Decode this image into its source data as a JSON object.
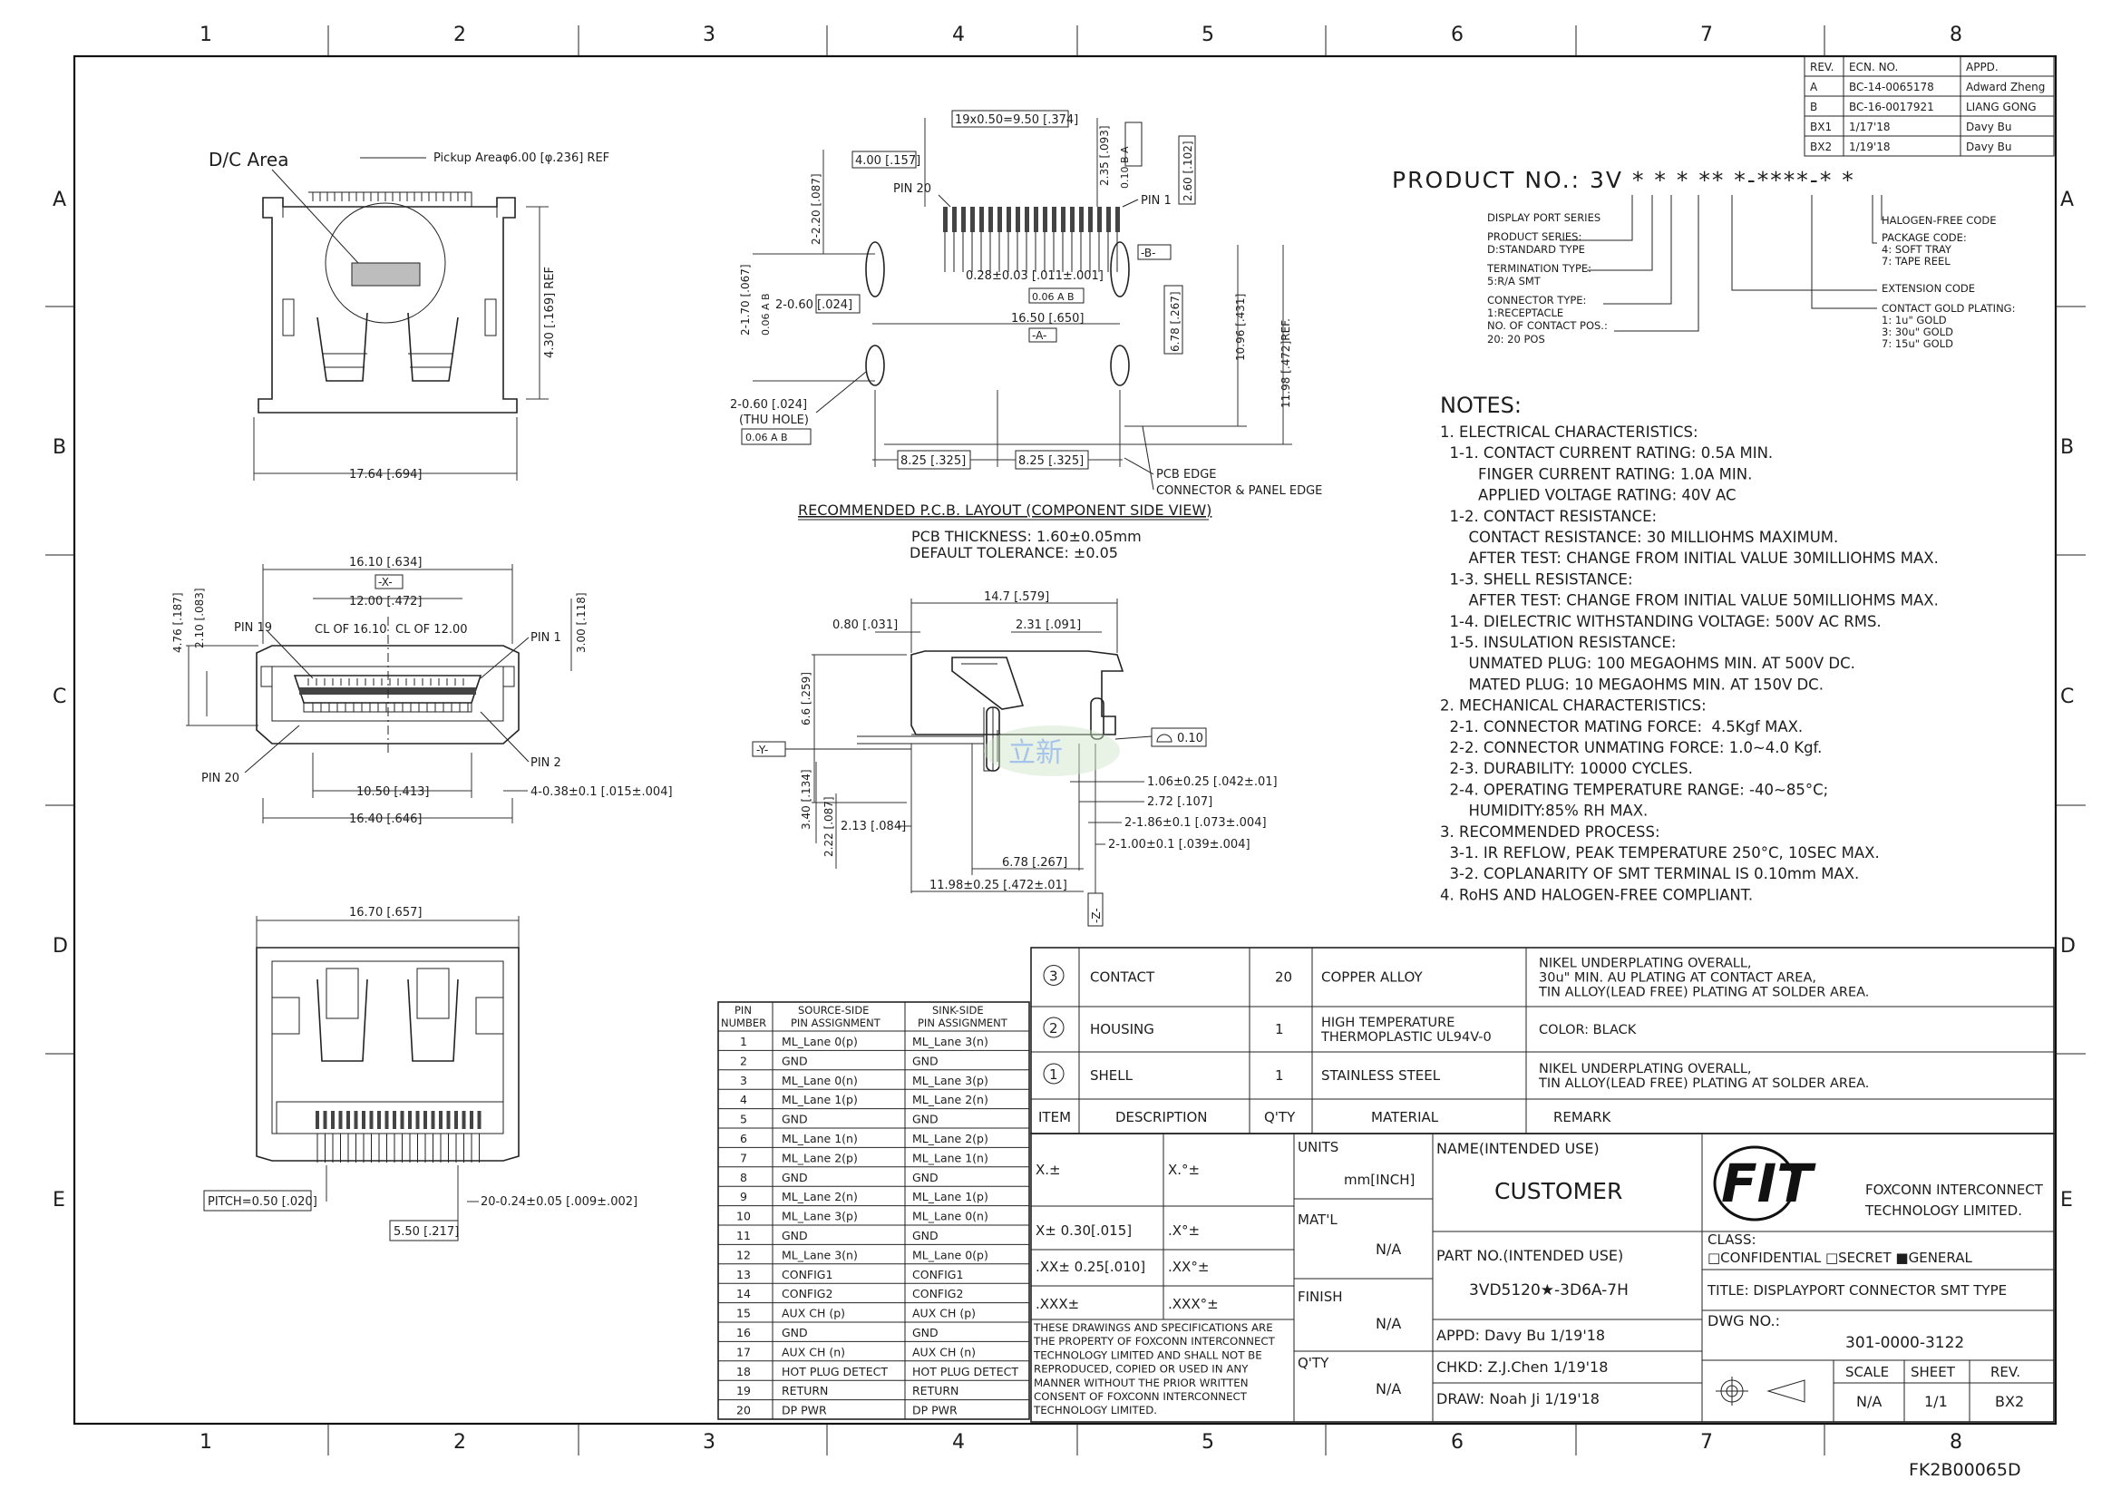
{
  "zone_columns": [
    "1",
    "2",
    "3",
    "4",
    "5",
    "6",
    "7",
    "8"
  ],
  "zone_rows": [
    "A",
    "B",
    "C",
    "D",
    "E"
  ],
  "revision_table": {
    "headers": [
      "REV.",
      "ECN. NO.",
      "APPD."
    ],
    "rows": [
      [
        "A",
        "BC-14-0065178",
        "Adward Zheng"
      ],
      [
        "B",
        "BC-16-0017921",
        "LIANG GONG"
      ],
      [
        "BX1",
        "1/17'18",
        "Davy Bu"
      ],
      [
        "BX2",
        "1/19'18",
        "Davy Bu"
      ]
    ]
  },
  "product_no": {
    "title": "PRODUCT NO.: 3V * * * ** *-****-* *",
    "left_labels": [
      "DISPLAY PORT SERIES",
      "PRODUCT SERIES:",
      "D:STANDARD TYPE",
      "TERMINATION TYPE:",
      "5:R/A SMT",
      "CONNECTOR TYPE:",
      "1:RECEPTACLE",
      "NO. OF CONTACT POS.:",
      "20: 20 POS"
    ],
    "right_labels": [
      "HALOGEN-FREE CODE",
      "PACKAGE CODE:",
      "4: SOFT TRAY",
      "7: TAPE REEL",
      "EXTENSION CODE",
      "CONTACT GOLD PLATING:",
      "1: 1u\" GOLD",
      "3: 30u\" GOLD",
      "7: 15u\" GOLD"
    ]
  },
  "notes": {
    "title": "NOTES:",
    "lines": [
      "1. ELECTRICAL CHARACTERISTICS:",
      "  1-1. CONTACT CURRENT RATING: 0.5A MIN.",
      "        FINGER CURRENT RATING: 1.0A MIN.",
      "        APPLIED VOLTAGE RATING: 40V AC",
      "  1-2. CONTACT RESISTANCE:",
      "      CONTACT RESISTANCE: 30 MILLIOHMS MAXIMUM.",
      "      AFTER TEST: CHANGE FROM INITIAL VALUE 30MILLIOHMS MAX.",
      "  1-3. SHELL RESISTANCE:",
      "      AFTER TEST: CHANGE FROM INITIAL VALUE 50MILLIOHMS MAX.",
      "  1-4. DIELECTRIC WITHSTANDING VOLTAGE: 500V AC RMS.",
      "  1-5. INSULATION RESISTANCE:",
      "      UNMATED PLUG: 100 MEGAOHMS MIN. AT 500V DC.",
      "      MATED PLUG: 10 MEGAOHMS MIN. AT 150V DC.",
      "2. MECHANICAL CHARACTERISTICS:",
      "  2-1. CONNECTOR MATING FORCE:  4.5Kgf MAX.",
      "  2-2. CONNECTOR UNMATING FORCE: 1.0~4.0 Kgf.",
      "  2-3. DURABILITY: 10000 CYCLES.",
      "  2-4. OPERATING TEMPERATURE RANGE: -40~85°C;",
      "      HUMIDITY:85% RH MAX.",
      "3. RECOMMENDED PROCESS:",
      "  3-1. IR REFLOW, PEAK TEMPERATURE 250°C, 10SEC MAX.",
      "  3-2. COPLANARITY OF SMT TERMINAL IS 0.10mm MAX.",
      "4. RoHS AND HALOGEN-FREE COMPLIANT."
    ]
  },
  "top_view": {
    "dc_area": "D/C Area",
    "pickup": "Pickup Areaφ6.00 [φ.236] REF",
    "height": "4.30 [.169] REF",
    "width": "17.64 [.694]"
  },
  "front_view": {
    "labels": [
      "16.10 [.634]",
      "-X-",
      "12.00 [.472]",
      "CL OF 16.10",
      "CL OF 12.00",
      "PIN 19",
      "PIN 1",
      "PIN 2",
      "PIN 20",
      "4.76 [.187]",
      "2.10 [.083]",
      "3.00 [.118]",
      "10.50 [.413]",
      "4-0.38±0.1 [.015±.004]",
      "16.40 [.646]"
    ]
  },
  "bottom_view": {
    "labels": [
      "16.70 [.657]",
      "PITCH=0.50 [.020]",
      "5.50 [.217]",
      "20-0.24±0.05 [.009±.002]"
    ]
  },
  "pcb_layout": {
    "labels": [
      "19x0.50=9.50 [.374]",
      "4.00 [.157]",
      "PIN 20",
      "PIN 1",
      "2.35 [.093]",
      "0.10 B A",
      "2.60 [.102]",
      "2-2.20 [.087]",
      "-B-",
      "0.28±0.03 [.011±.001]",
      "0.06 A B",
      "16.50 [.650]",
      "-A-",
      "2-0.60 [.024]",
      "2-1.70 [.067]",
      "0.06 A B",
      "6.78 [.267]",
      "10.96 [.431]",
      "11.98 [.472]REF.",
      "2-0.60 [.024]",
      "(THU HOLE)",
      "0.06 A B",
      "8.25 [.325]",
      "8.25 [.325]",
      "PCB EDGE",
      "CONNECTOR & PANEL EDGE"
    ],
    "title": "RECOMMENDED P.C.B. LAYOUT (COMPONENT SIDE VIEW)",
    "thickness": "PCB THICKNESS: 1.60±0.05mm",
    "tolerance": "DEFAULT TOLERANCE: ±0.05"
  },
  "side_view": {
    "labels": [
      "14.7 [.579]",
      "0.80 [.031]",
      "2.31 [.091]",
      "6.6 [.259]",
      "-Y-",
      "0.10",
      "1.06±0.25 [.042±.01]",
      "2.72 [.107]",
      "2-1.86±0.1 [.073±.004]",
      "2-1.00±0.1 [.039±.004]",
      "3.40 [.134]",
      "2.22 [.087]",
      "2.13 [.084]",
      "6.78 [.267]",
      "11.98±0.25 [.472±.01]",
      "-Z-"
    ]
  },
  "pin_table": {
    "headers": [
      "PIN NUMBER",
      "SOURCE-SIDE PIN ASSIGNMENT",
      "SINK-SIDE PIN ASSIGNMENT"
    ],
    "rows": [
      [
        "1",
        "ML_Lane 0(p)",
        "ML_Lane 3(n)"
      ],
      [
        "2",
        "GND",
        "GND"
      ],
      [
        "3",
        "ML_Lane 0(n)",
        "ML_Lane 3(p)"
      ],
      [
        "4",
        "ML_Lane 1(p)",
        "ML_Lane 2(n)"
      ],
      [
        "5",
        "GND",
        "GND"
      ],
      [
        "6",
        "ML_Lane 1(n)",
        "ML_Lane 2(p)"
      ],
      [
        "7",
        "ML_Lane 2(p)",
        "ML_Lane 1(n)"
      ],
      [
        "8",
        "GND",
        "GND"
      ],
      [
        "9",
        "ML_Lane 2(n)",
        "ML_Lane 1(p)"
      ],
      [
        "10",
        "ML_Lane 3(p)",
        "ML_Lane 0(n)"
      ],
      [
        "11",
        "GND",
        "GND"
      ],
      [
        "12",
        "ML_Lane 3(n)",
        "ML_Lane 0(p)"
      ],
      [
        "13",
        "CONFIG1",
        "CONFIG1"
      ],
      [
        "14",
        "CONFIG2",
        "CONFIG2"
      ],
      [
        "15",
        "AUX CH (p)",
        "AUX CH (p)"
      ],
      [
        "16",
        "GND",
        "GND"
      ],
      [
        "17",
        "AUX CH (n)",
        "AUX CH (n)"
      ],
      [
        "18",
        "HOT PLUG DETECT",
        "HOT PLUG DETECT"
      ],
      [
        "19",
        "RETURN",
        "RETURN"
      ],
      [
        "20",
        "DP PWR",
        "DP PWR"
      ]
    ]
  },
  "bom": {
    "rows": [
      {
        "item": "3",
        "desc": "CONTACT",
        "qty": "20",
        "material": "COPPER ALLOY",
        "remark": [
          "NIKEL UNDERPLATING OVERALL,",
          "30u\" MIN. AU PLATING AT CONTACT AREA,",
          "TIN ALLOY(LEAD FREE) PLATING AT SOLDER AREA."
        ]
      },
      {
        "item": "2",
        "desc": "HOUSING",
        "qty": "1",
        "material": "HIGH TEMPERATURE\nTHERMOPLASTIC UL94V-0",
        "remark": [
          "COLOR: BLACK"
        ]
      },
      {
        "item": "1",
        "desc": "SHELL",
        "qty": "1",
        "material": "STAINLESS STEEL",
        "remark": [
          "NIKEL UNDERPLATING OVERALL,",
          "TIN ALLOY(LEAD FREE) PLATING AT SOLDER AREA."
        ]
      }
    ],
    "headers": [
      "ITEM",
      "DESCRIPTION",
      "Q'TY",
      "MATERIAL",
      "REMARK"
    ]
  },
  "title_block": {
    "tol": [
      [
        "X.±",
        "X.°±"
      ],
      [
        "X±   0.30[.015]",
        ".X°±"
      ],
      [
        ".XX±   0.25[.010]",
        ".XX°±"
      ],
      [
        ".XXX±",
        ".XXX°±"
      ]
    ],
    "units_label": "UNITS",
    "units_value": "mm[INCH]",
    "matl_label": "MAT'L",
    "matl_value": "N/A",
    "finish_label": "FINISH",
    "finish_value": "N/A",
    "qty_label": "Q'TY",
    "qty_value": "N/A",
    "proprietary": [
      "THESE DRAWINGS AND SPECIFICATIONS ARE",
      "THE PROPERTY OF FOXCONN INTERCONNECT",
      "TECHNOLOGY LIMITED AND SHALL NOT BE",
      "REPRODUCED, COPIED OR USED IN ANY",
      "MANNER WITHOUT THE PRIOR WRITTEN",
      "CONSENT OF FOXCONN INTERCONNECT",
      "TECHNOLOGY LIMITED."
    ],
    "name_label": "NAME(INTENDED USE)",
    "name_value": "CUSTOMER",
    "partno_label": "PART NO.(INTENDED USE)",
    "partno_value": "3VD5120★-3D6A-7H",
    "appd": "APPD:   Davy Bu  1/19'18",
    "chkd": "CHKD:   Z.J.Chen  1/19'18",
    "draw": "DRAW:   Noah Ji  1/19'18",
    "company": [
      "FOXCONN INTERCONNECT",
      "TECHNOLOGY LIMITED."
    ],
    "class_label": "CLASS:",
    "class_options": "□CONFIDENTIAL □SECRET ■GENERAL",
    "title": "TITLE: DISPLAYPORT CONNECTOR SMT TYPE",
    "dwg_label": "DWG NO.:",
    "dwg_value": "301-0000-3122",
    "scale_label": "SCALE",
    "scale_value": "N/A",
    "sheet_label": "SHEET",
    "sheet_value": "1/1",
    "rev_label": "REV.",
    "rev_value": "BX2",
    "logo": "FIT"
  },
  "footer_code": "FK2B00065D",
  "watermark": "立新"
}
